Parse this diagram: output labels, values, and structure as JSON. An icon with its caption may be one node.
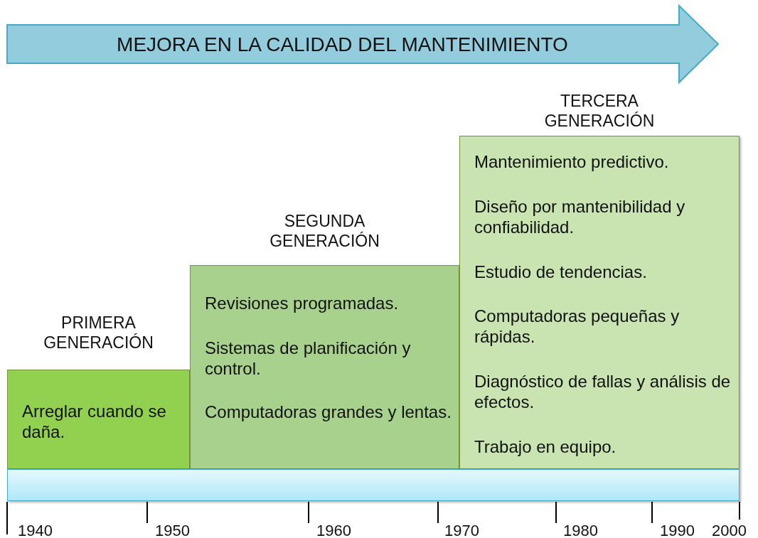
{
  "diagram": {
    "nodes": [
      {
        "text": [
          "MEJORA EN LA CALIDAD DEL MANTENIMIENTO"
        ]
      },
      {
        "text": [
          "PRIMERA GENERACIÓN",
          "Arreglar cuando se daña."
        ]
      },
      {
        "text": [
          "SEGUNDA GENERACIÓN",
          "Revisiones programadas.",
          "Sistemas de planificación y control.",
          "Computadoras grandes y lentas."
        ]
      },
      {
        "text": [
          "TERCERA GENERACIÓN",
          "Mantenimiento predictivo.",
          "Diseño por mantenibilidad  y confiabilidad.",
          "Estudio de tendencias.",
          "Computadoras pequeñas y rápidas.",
          "Diagnóstico de fallas y análisis de efectos.",
          "Trabajo en equipo."
        ]
      },
      {
        "text": [],
        "shape": "bar"
      }
    ],
    "edges": [],
    "labels": [
      "1940",
      "1950",
      "1960",
      "1970",
      "1980",
      "1990",
      "2000"
    ]
  }
}
